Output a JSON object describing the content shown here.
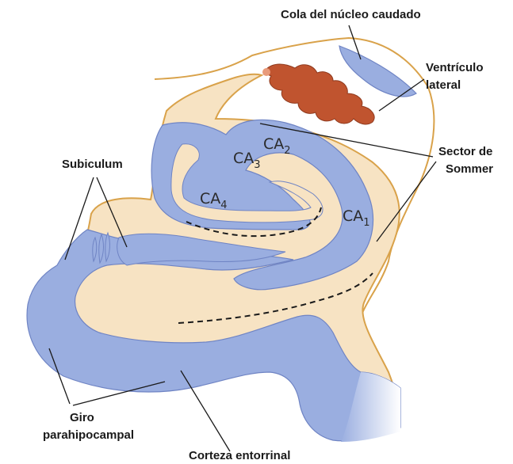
{
  "labels": {
    "caudate_tail": "Cola del núcleo caudado",
    "lateral_ventricle_1": "Ventrículo",
    "lateral_ventricle_2": "lateral",
    "sommer_1": "Sector de",
    "sommer_2": "Sommer",
    "subiculum": "Subiculum",
    "parahippocampal_1": "Giro",
    "parahippocampal_2": "parahipocampal",
    "entorhinal": "Corteza entorrinal"
  },
  "regions": {
    "ca1": {
      "base": "CA",
      "sub": "1"
    },
    "ca2": {
      "base": "CA",
      "sub": "2"
    },
    "ca3": {
      "base": "CA",
      "sub": "3"
    },
    "ca4": {
      "base": "CA",
      "sub": "4"
    }
  },
  "colors": {
    "blue": "#9aaee0",
    "blue_stroke": "#6f84c4",
    "beige": "#f7e3c3",
    "orange_outline": "#d9a24a",
    "ventricle": "#c0542f",
    "ventricle_dark": "#8f3a1e",
    "line": "#1a1a1a"
  }
}
